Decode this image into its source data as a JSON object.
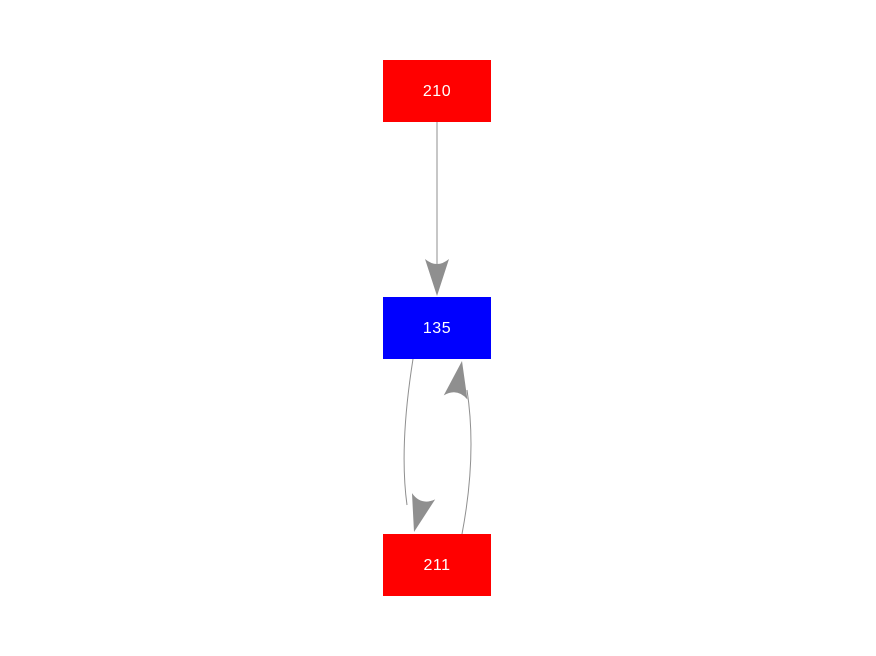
{
  "diagram": {
    "background_color": "#ffffff",
    "edge_color": "#8f8f8f",
    "nodes": [
      {
        "label": "210",
        "color": "#ff0000",
        "text_color": "#ffffff"
      },
      {
        "label": "135",
        "color": "#0000ff",
        "text_color": "#ffffff"
      },
      {
        "label": "211",
        "color": "#ff0000",
        "text_color": "#ffffff"
      }
    ],
    "edges": [
      {
        "from": "210",
        "to": "135",
        "shape": "straight",
        "arrow": "to"
      },
      {
        "from": "135",
        "to": "211",
        "shape": "curved-left",
        "arrow": "to"
      },
      {
        "from": "211",
        "to": "135",
        "shape": "curved-right",
        "arrow": "to"
      }
    ]
  }
}
